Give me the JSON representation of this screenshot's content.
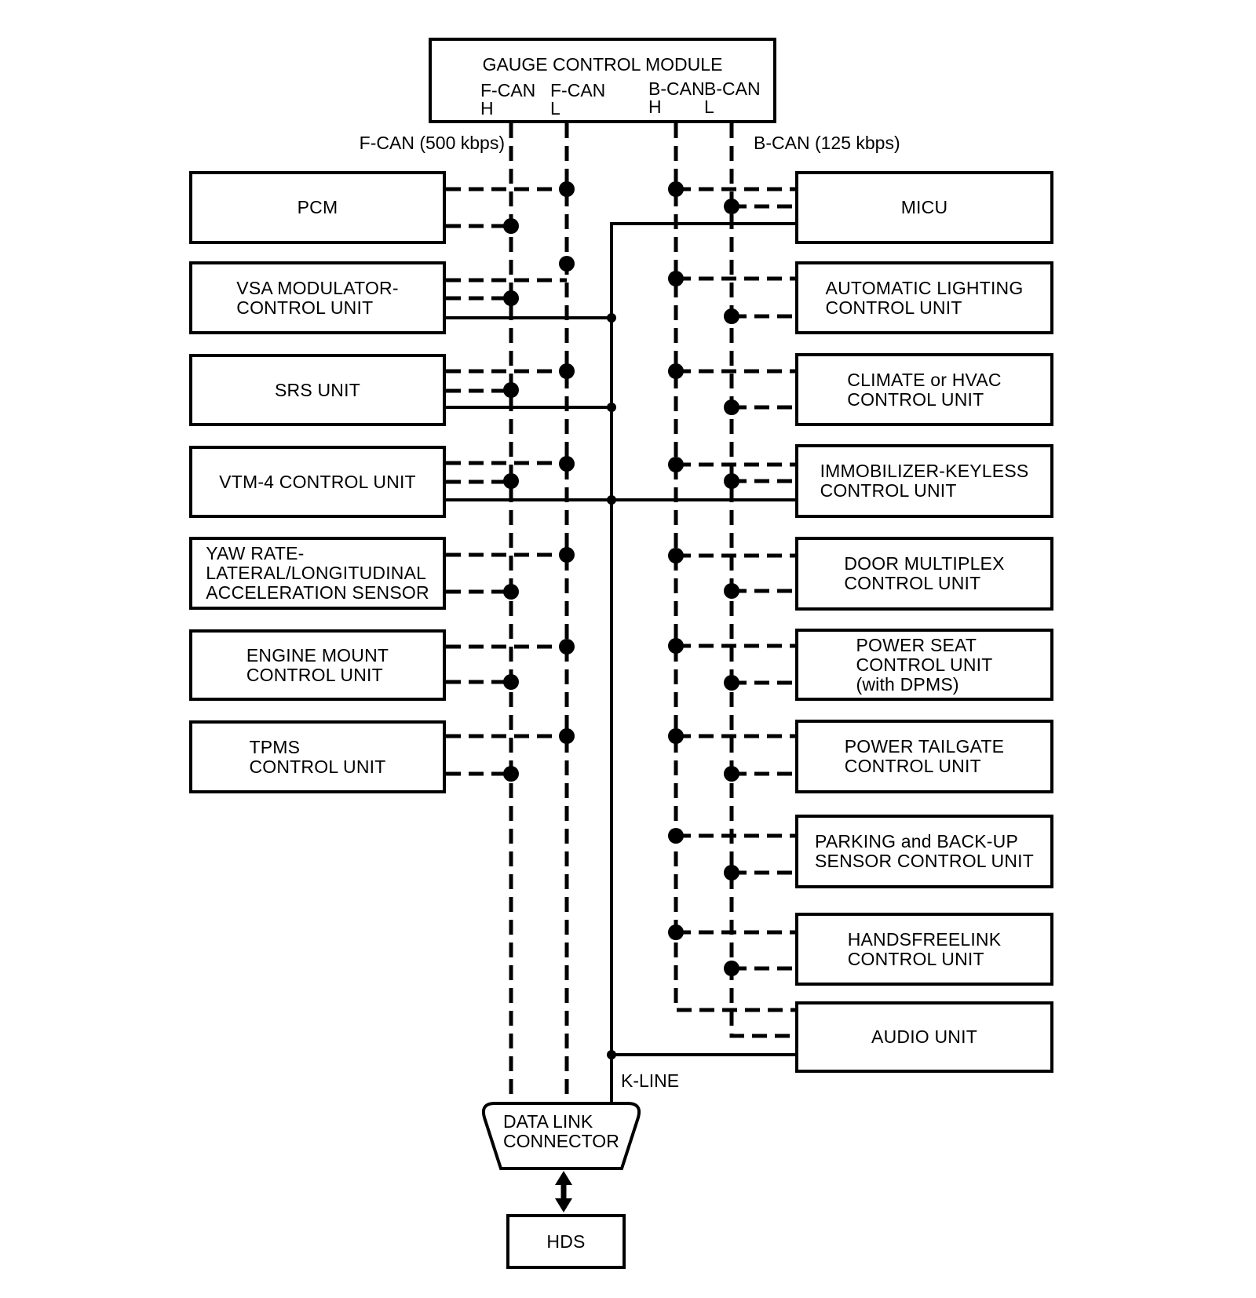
{
  "colors": {
    "ink": "#000000",
    "paper": "#ffffff"
  },
  "gauge_module": {
    "title": "GAUGE CONTROL MODULE",
    "pins": [
      {
        "bus": "F-CAN",
        "pin": "H"
      },
      {
        "bus": "F-CAN",
        "pin": "L"
      },
      {
        "bus": "B-CAN",
        "pin": "H"
      },
      {
        "bus": "B-CAN",
        "pin": "L"
      }
    ]
  },
  "bus_labels": {
    "f_can": "F-CAN (500 kbps)",
    "b_can": "B-CAN (125 kbps)",
    "k_line": "K-LINE"
  },
  "left_units": [
    {
      "id": "pcm",
      "lines": [
        "PCM"
      ]
    },
    {
      "id": "vsa",
      "lines": [
        "VSA MODULATOR-",
        "CONTROL UNIT"
      ]
    },
    {
      "id": "srs",
      "lines": [
        "SRS UNIT"
      ]
    },
    {
      "id": "vtm4",
      "lines": [
        "VTM-4 CONTROL UNIT"
      ]
    },
    {
      "id": "yaw-rate",
      "lines": [
        "YAW RATE-",
        "LATERAL/LONGITUDINAL",
        "ACCELERATION SENSOR"
      ]
    },
    {
      "id": "engine-mount",
      "lines": [
        "ENGINE MOUNT",
        "CONTROL UNIT"
      ]
    },
    {
      "id": "tpms",
      "lines": [
        "TPMS",
        "CONTROL UNIT"
      ]
    }
  ],
  "right_units": [
    {
      "id": "micu",
      "lines": [
        "MICU"
      ]
    },
    {
      "id": "automatic-lighting",
      "lines": [
        "AUTOMATIC LIGHTING",
        "CONTROL UNIT"
      ]
    },
    {
      "id": "climate",
      "lines": [
        "CLIMATE or HVAC",
        "CONTROL UNIT"
      ]
    },
    {
      "id": "immobilizer-keyless",
      "lines": [
        "IMMOBILIZER-KEYLESS",
        "CONTROL UNIT"
      ]
    },
    {
      "id": "door-multiplex",
      "lines": [
        "DOOR MULTIPLEX",
        "CONTROL UNIT"
      ]
    },
    {
      "id": "power-seat",
      "lines": [
        "POWER SEAT",
        "CONTROL UNIT",
        "(with DPMS)"
      ]
    },
    {
      "id": "power-tailgate",
      "lines": [
        "POWER TAILGATE",
        "CONTROL UNIT"
      ]
    },
    {
      "id": "parking-backup",
      "lines": [
        "PARKING and BACK-UP",
        "SENSOR CONTROL UNIT"
      ]
    },
    {
      "id": "handsfreelink",
      "lines": [
        "HANDSFREELINK",
        "CONTROL UNIT"
      ]
    },
    {
      "id": "audio",
      "lines": [
        "AUDIO UNIT"
      ]
    }
  ],
  "data_link_connector": {
    "lines": [
      "DATA LINK",
      "CONNECTOR"
    ]
  },
  "hds": {
    "label": "HDS"
  }
}
